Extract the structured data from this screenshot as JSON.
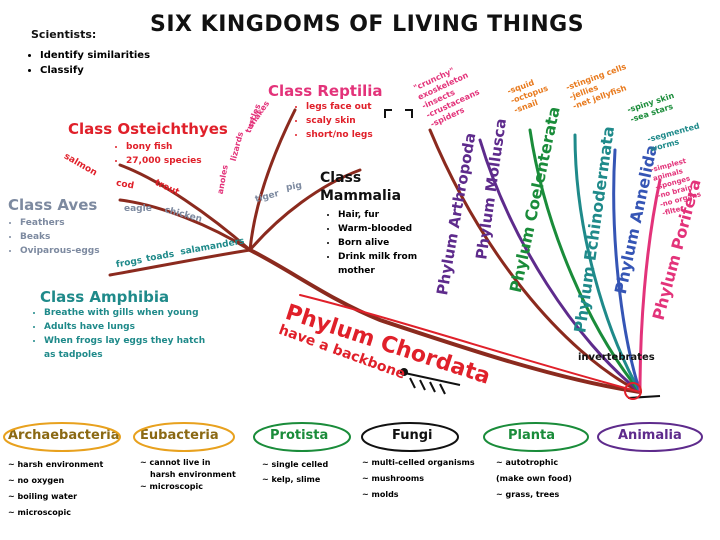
{
  "header": {
    "scientists_label": "Scientists:",
    "title": "SIX KINGDOMS OF LIVING THINGS",
    "tasks": [
      "Identify similarities",
      "Classify"
    ]
  },
  "classes": {
    "reptilia": {
      "title": "Class Reptilia",
      "items": [
        "legs face out",
        "scaly skin",
        "short/no legs"
      ],
      "examples": [
        "turtles",
        "lizards",
        "snakes",
        "anoles"
      ]
    },
    "osteichthyes": {
      "title": "Class Osteichthyes",
      "items": [
        "bony fish",
        "27,000 species"
      ],
      "examples": [
        "salmon",
        "cod",
        "trout"
      ]
    },
    "mammalia": {
      "title_line1": "Class",
      "title_line2": "Mammalia",
      "items": [
        "Hair, fur",
        "Warm-blooded",
        "Born alive",
        "Drink milk from mother"
      ],
      "examples": [
        "pig",
        "tiger"
      ]
    },
    "aves": {
      "title": "Class Aves",
      "items": [
        "Feathers",
        "Beaks",
        "Oviparous-eggs"
      ],
      "examples": [
        "eagle",
        "chicken"
      ]
    },
    "amphibia": {
      "title": "Class Amphibia",
      "items": [
        "Breathe with gills when young",
        "Adults have lungs",
        "When frogs lay eggs they hatch",
        "as tadpoles"
      ],
      "examples": [
        "frogs",
        "toads",
        "salamanders"
      ]
    }
  },
  "phyla": {
    "arthropoda": {
      "title": "Phylum Arthropoda",
      "examples": [
        "\"crunchy\"",
        "exoskeleton",
        "-insects",
        "-crustaceans",
        "-spiders"
      ]
    },
    "mollusca": {
      "title": "Phylum Mollusca",
      "examples": [
        "-squid",
        "-octopus",
        "-snail"
      ]
    },
    "coelenterata": {
      "title": "Phylum Coelenterata",
      "examples": [
        "-stinging cells",
        "-jellies",
        "-net jellyfish"
      ]
    },
    "echinodermata": {
      "title": "Phylum Echinodermata",
      "examples": [
        "-spiny skin",
        "-sea stars"
      ]
    },
    "annelida": {
      "title": "Phylum Annelida",
      "examples": [
        "-segmented",
        "worms"
      ]
    },
    "porifera": {
      "title": "Phylum Porifera",
      "examples": [
        "-simplest",
        "animals",
        "-sponges",
        "-no brain",
        "-no organs",
        "-filter"
      ]
    }
  },
  "chordata": {
    "title_line1": "Phylum Chordata",
    "subtitle": "have a backbone"
  },
  "invertebrates_label": "invertebrates",
  "kingdoms": [
    {
      "name": "Archaebacteria",
      "notes": [
        "~ harsh environment",
        "~ no oxygen",
        "~ boiling water",
        "~ microscopic"
      ]
    },
    {
      "name": "Eubacteria",
      "notes": [
        "~ cannot live in",
        "harsh environment",
        "~ microscopic"
      ]
    },
    {
      "name": "Protista",
      "notes": [
        "~ single celled",
        "~ kelp, slime"
      ]
    },
    {
      "name": "Fungi",
      "notes": [
        "~ multi-celled organisms",
        "~ mushrooms",
        "~ molds"
      ]
    },
    {
      "name": "Planta",
      "notes": [
        "~ autotrophic",
        "(make own food)",
        "~ grass, trees"
      ]
    },
    {
      "name": "Animalia",
      "notes": []
    }
  ],
  "colors": {
    "red": "#e0202a",
    "brown": "#8b2a1e",
    "pink": "#e3337a",
    "purple": "#5e2b8c",
    "teal": "#1f8a8a",
    "green": "#1a8c3a",
    "orange": "#e87a1e",
    "gray": "#7d8aa0",
    "blue": "#3555b5"
  }
}
